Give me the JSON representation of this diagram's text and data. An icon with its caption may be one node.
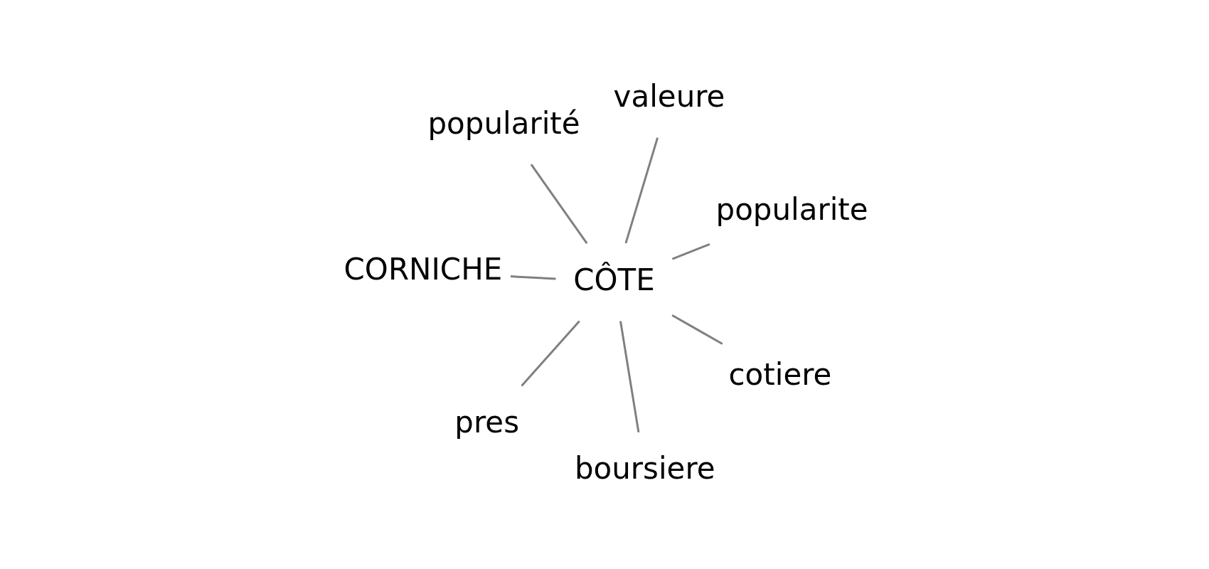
{
  "diagram": {
    "nodes": [
      {
        "text": [
          "valeure"
        ]
      },
      {
        "text": [
          "boursiere"
        ]
      },
      {
        "text": [
          "cotiere"
        ]
      },
      {
        "text": [
          "CORNICHE"
        ]
      },
      {
        "text": [
          "CÔTE"
        ]
      },
      {
        "text": [
          "pres"
        ]
      },
      {
        "text": [
          "popularite"
        ]
      },
      {
        "text": [
          "popularité"
        ]
      }
    ],
    "edges": [
      {
        "from": 4,
        "to": 0,
        "arrow": "none"
      },
      {
        "from": 4,
        "to": 1,
        "arrow": "none"
      },
      {
        "from": 4,
        "to": 3,
        "arrow": "none"
      },
      {
        "from": 4,
        "to": 6,
        "arrow": "none"
      },
      {
        "from": 4,
        "to": 7,
        "arrow": "none"
      },
      {
        "from": 4,
        "to": 5,
        "arrow": "none"
      },
      {
        "from": 4,
        "to": 2,
        "arrow": "none"
      }
    ]
  }
}
